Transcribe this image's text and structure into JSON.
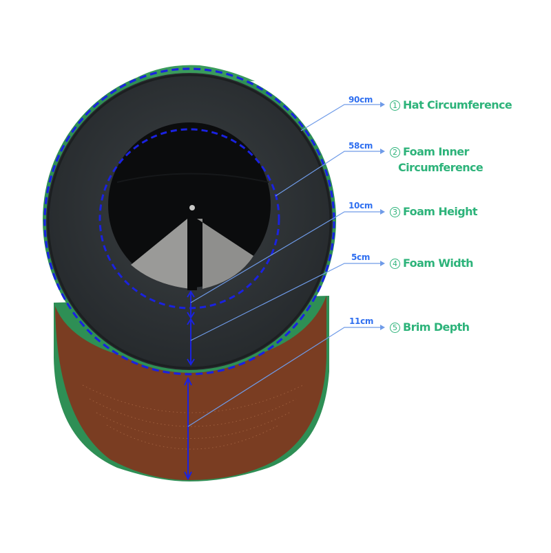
{
  "diagram": {
    "subject": "Cap underside with foam sweatband",
    "colors": {
      "leader_line": "#2f6ff0",
      "dashed_outline": "#1a22e0",
      "label_text": "#2db37a",
      "crown_green": "#2e8f55",
      "foam": "#2c3033",
      "brim": "#7a3d22",
      "interior_panel": "#9a9a98"
    }
  },
  "annotations": [
    {
      "index": "1",
      "measure": "90cm",
      "label": "Hat Circumference"
    },
    {
      "index": "2",
      "measure": "58cm",
      "label": "Foam Inner",
      "label_line2": "Circumference"
    },
    {
      "index": "3",
      "measure": "10cm",
      "label": "Foam Height"
    },
    {
      "index": "4",
      "measure": "5cm",
      "label": "Foam Width"
    },
    {
      "index": "5",
      "measure": "11cm",
      "label": "Brim Depth"
    }
  ]
}
